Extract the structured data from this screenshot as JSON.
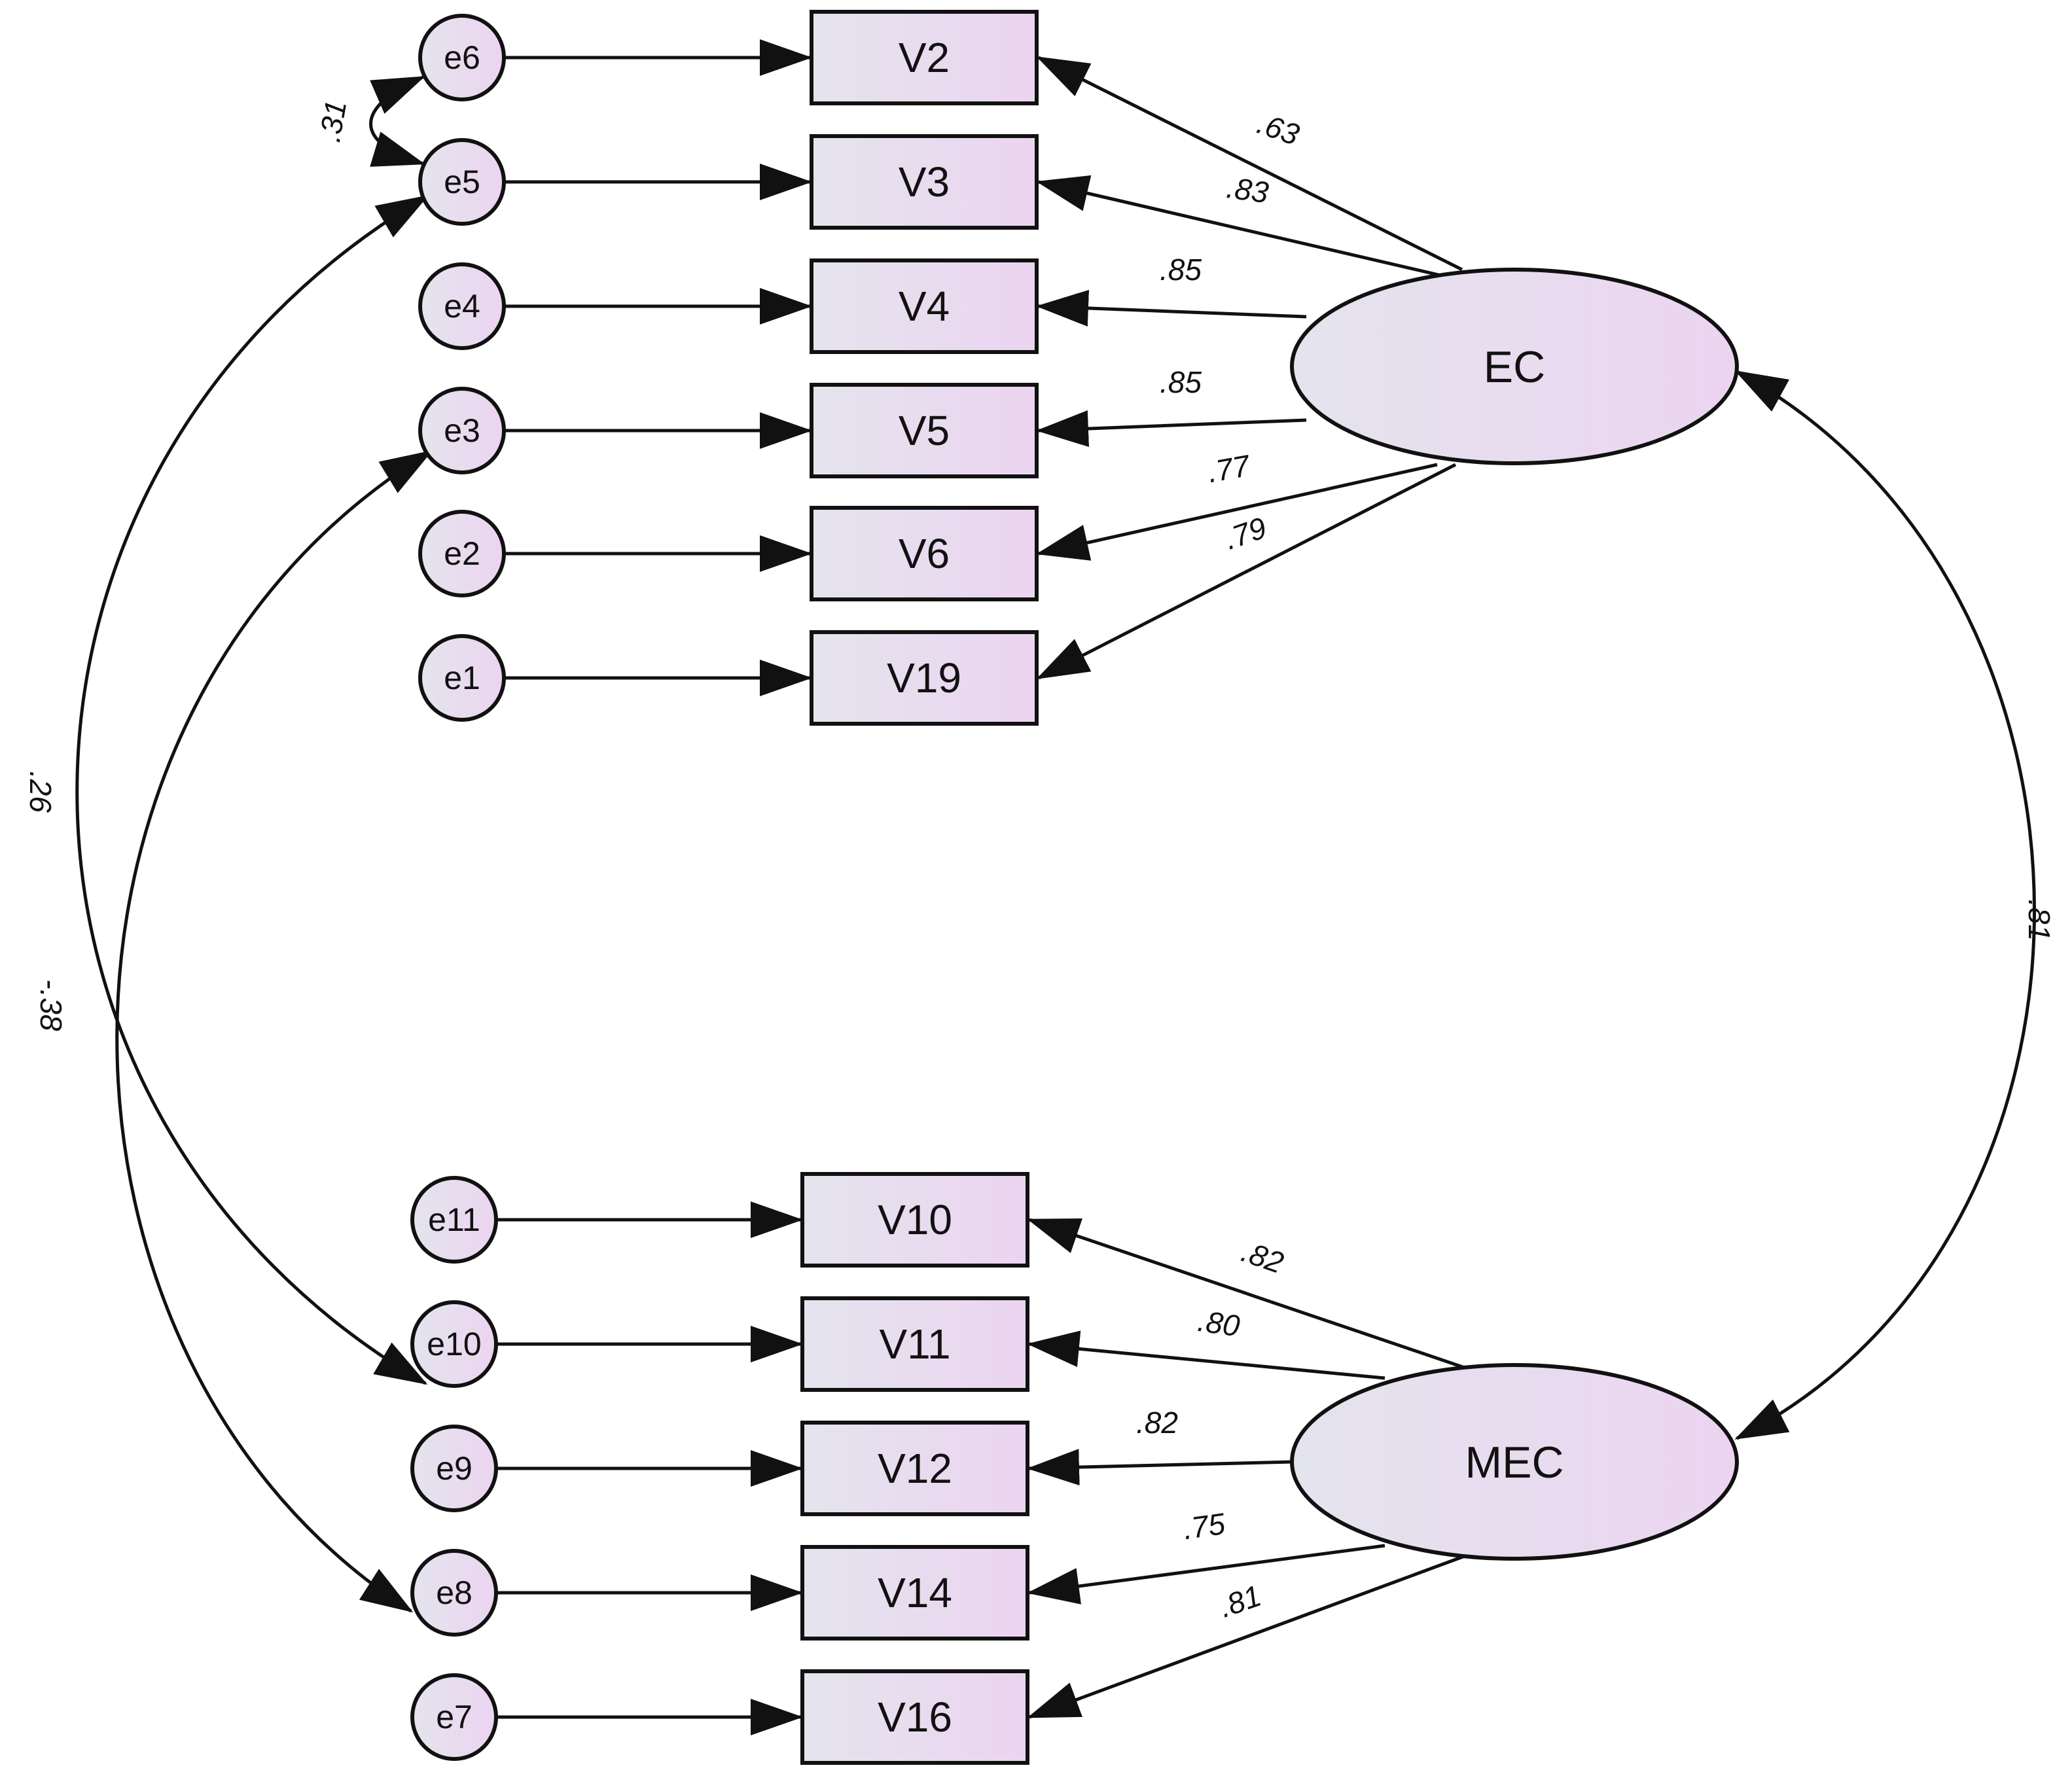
{
  "latents": [
    {
      "id": "EC",
      "label": "EC"
    },
    {
      "id": "MEC",
      "label": "MEC"
    }
  ],
  "indicators": [
    {
      "id": "V2",
      "label": "V2",
      "error": "e6",
      "latent": "EC",
      "loading": ".63"
    },
    {
      "id": "V3",
      "label": "V3",
      "error": "e5",
      "latent": "EC",
      "loading": ".83"
    },
    {
      "id": "V4",
      "label": "V4",
      "error": "e4",
      "latent": "EC",
      "loading": ".85"
    },
    {
      "id": "V5",
      "label": "V5",
      "error": "e3",
      "latent": "EC",
      "loading": ".85"
    },
    {
      "id": "V6",
      "label": "V6",
      "error": "e2",
      "latent": "EC",
      "loading": ".77"
    },
    {
      "id": "V19",
      "label": "V19",
      "error": "e1",
      "latent": "EC",
      "loading": ".79"
    },
    {
      "id": "V10",
      "label": "V10",
      "error": "e11",
      "latent": "MEC",
      "loading": ".82"
    },
    {
      "id": "V11",
      "label": "V11",
      "error": "e10",
      "latent": "MEC",
      "loading": ".80"
    },
    {
      "id": "V12",
      "label": "V12",
      "error": "e9",
      "latent": "MEC",
      "loading": ".82"
    },
    {
      "id": "V14",
      "label": "V14",
      "error": "e8",
      "latent": "MEC",
      "loading": ".75"
    },
    {
      "id": "V16",
      "label": "V16",
      "error": "e7",
      "latent": "MEC",
      "loading": ".81"
    }
  ],
  "covariances": [
    {
      "from": "e6",
      "to": "e5",
      "value": ".31"
    },
    {
      "from": "e5",
      "to": "e10",
      "value": ".26"
    },
    {
      "from": "e3",
      "to": "e8",
      "value": "-.38"
    },
    {
      "from": "EC",
      "to": "MEC",
      "value": ".81"
    }
  ],
  "colors": {
    "fill_left": "#e4e4ee",
    "fill_right": "#ecd4f0",
    "stroke": "#111111",
    "background": "#ffffff"
  }
}
